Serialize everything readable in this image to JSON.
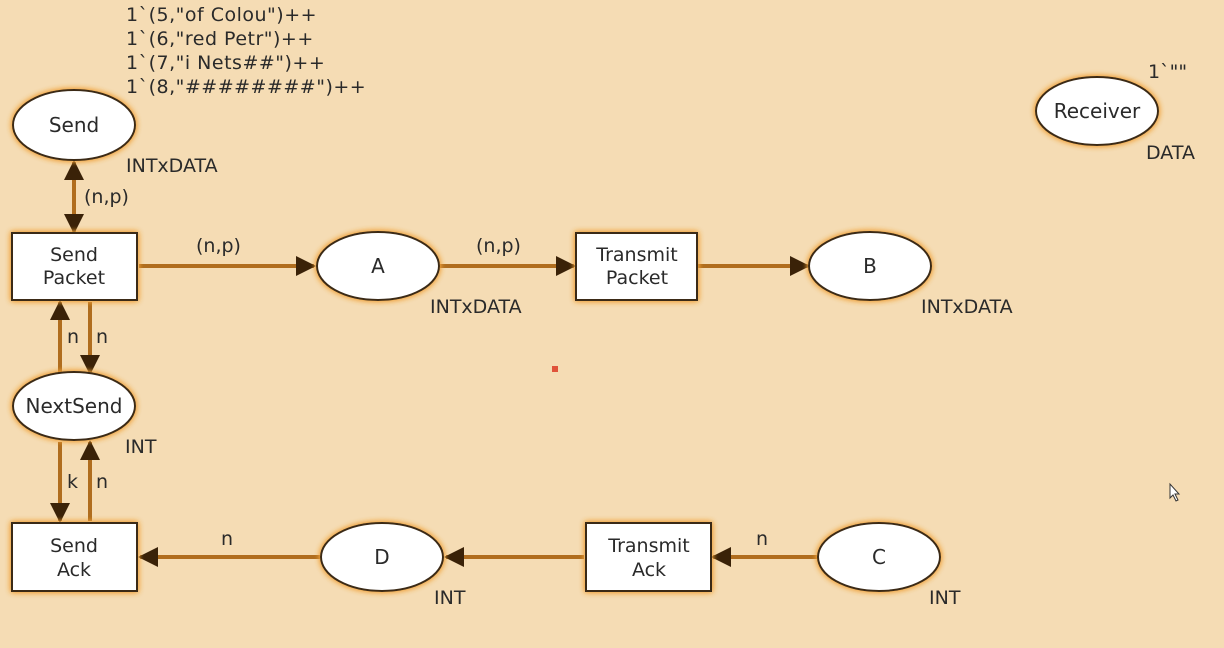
{
  "marking_lines": [
    "1`(5,\"of Colou\")++",
    "1`(6,\"red Petr\")++",
    "1`(7,\"i Nets##\")++",
    "1`(8,\"########\")++"
  ],
  "places": {
    "send": {
      "name": "Send",
      "type": "INTxDATA"
    },
    "a": {
      "name": "A",
      "type": "INTxDATA"
    },
    "b": {
      "name": "B",
      "type": "INTxDATA"
    },
    "next_send": {
      "name": "NextSend",
      "type": "INT"
    },
    "receiver": {
      "name": "Receiver",
      "type": "DATA",
      "marking": "1`\"\""
    },
    "c": {
      "name": "C",
      "type": "INT"
    },
    "d": {
      "name": "D",
      "type": "INT"
    }
  },
  "transitions": {
    "send_packet": {
      "line1": "Send",
      "line2": "Packet"
    },
    "transmit_packet": {
      "line1": "Transmit",
      "line2": "Packet"
    },
    "send_ack": {
      "line1": "Send",
      "line2": "Ack"
    },
    "transmit_ack": {
      "line1": "Transmit",
      "line2": "Ack"
    }
  },
  "arcs": {
    "send_sendpacket": "(n,p)",
    "sendpacket_a": "(n,p)",
    "a_transmitpacket": "(n,p)",
    "nextsend_sendpacket": "n",
    "sendpacket_nextsend": "n",
    "nextsend_sendack": "k",
    "sendack_nextsend": "n",
    "d_sendack": "n",
    "c_transmitack": "n"
  },
  "colors": {
    "background": "#f5dcb4",
    "arc": "#b06d1e",
    "arrowhead": "#3a2208",
    "glow": "#f0a23c",
    "node_fill": "#ffffff",
    "node_stroke": "#3a2a18",
    "marker_dot": "#e0533a"
  }
}
